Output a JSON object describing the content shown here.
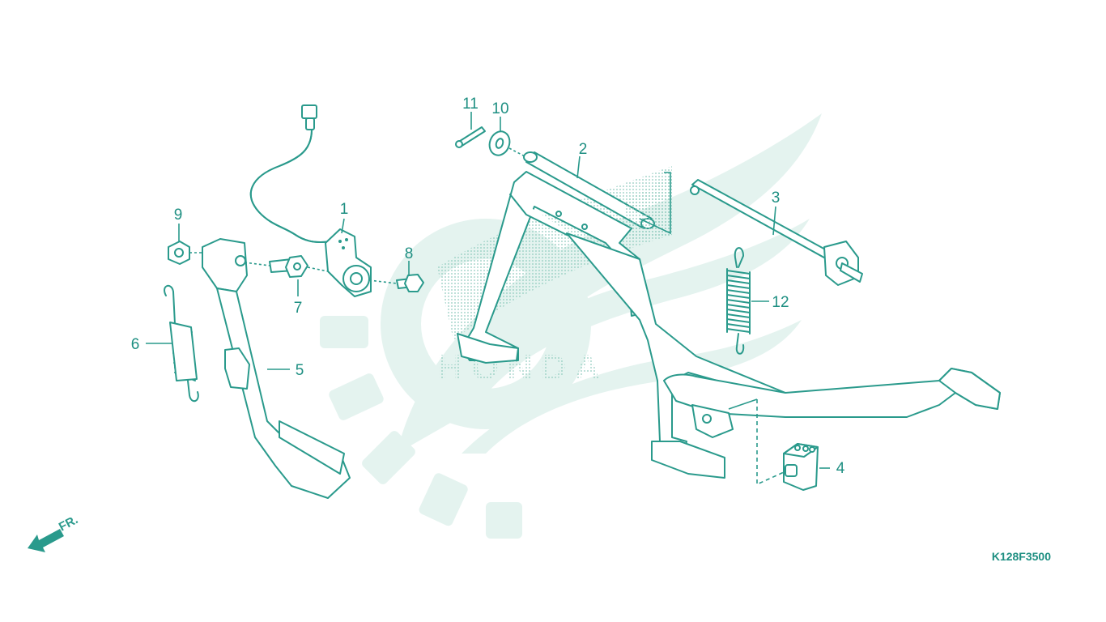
{
  "diagram": {
    "reference_code": "K128F3500",
    "direction_indicator": {
      "label": "FR.",
      "icon": "front-direction-arrow-icon"
    },
    "watermark": {
      "icon": "honda-wing-logo-icon",
      "text": "HONDA"
    },
    "colors": {
      "line": "#2a9a8c",
      "label": "#1e8f82",
      "watermark": "#e4f3ef"
    },
    "callouts": [
      {
        "number": "1",
        "part_icon": "side-stand-switch-icon"
      },
      {
        "number": "2",
        "part_icon": "main-stand-icon"
      },
      {
        "number": "3",
        "part_icon": "stand-pivot-shaft-icon"
      },
      {
        "number": "4",
        "part_icon": "stopper-rubber-icon"
      },
      {
        "number": "5",
        "part_icon": "side-stand-bar-icon"
      },
      {
        "number": "6",
        "part_icon": "side-stand-spring-icon"
      },
      {
        "number": "7",
        "part_icon": "pivot-bolt-icon"
      },
      {
        "number": "8",
        "part_icon": "switch-bolt-icon"
      },
      {
        "number": "9",
        "part_icon": "nut-icon"
      },
      {
        "number": "10",
        "part_icon": "washer-icon"
      },
      {
        "number": "11",
        "part_icon": "cotter-pin-icon"
      },
      {
        "number": "12",
        "part_icon": "main-stand-spring-icon"
      }
    ]
  }
}
